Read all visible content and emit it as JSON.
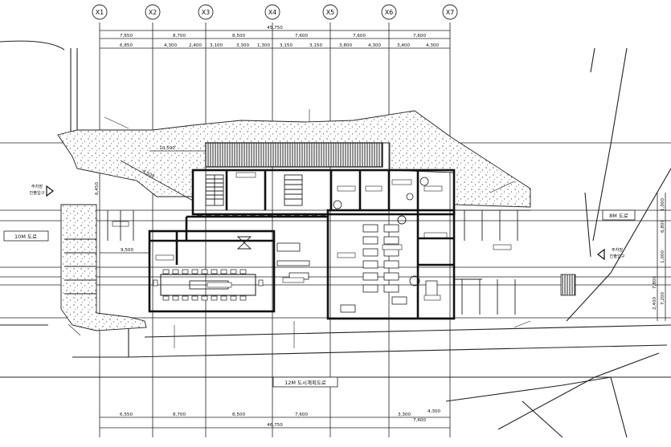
{
  "axes": [
    "X1",
    "X2",
    "X3",
    "X4",
    "X5",
    "X6",
    "X7"
  ],
  "dimensions": {
    "top_total": "45,750",
    "top_spans": [
      "7,650",
      "8,700",
      "8,500",
      "7,600",
      "7,600",
      "7,600"
    ],
    "top_subspans": [
      "6,850",
      "4,300",
      "2,400",
      "3,100",
      "3,300",
      "1,300",
      "3,150",
      "3,150",
      "3,800",
      "4,300",
      "3,400",
      "4,300"
    ],
    "bottom_spans": [
      "6,550",
      "8,700",
      "8,500",
      "7,600",
      "3,300",
      "4,300",
      "7,600"
    ],
    "bottom_total": "46,750",
    "left_vertical": "6,450",
    "side_dims": [
      "6,800",
      "1,000",
      "7,800",
      "1,000",
      "2,400",
      "7,200"
    ]
  },
  "plan_dims": {
    "d1": "10,500",
    "d2": "4,500",
    "d3": "9,500"
  },
  "road_labels": {
    "left_road": "10M 도로",
    "right_road": "8M 도로",
    "bottom_road": "12M 도시계획도로"
  },
  "entrance_labels": {
    "left": [
      "주차장",
      "진출입구"
    ],
    "right": [
      "주차장",
      "진출입구"
    ]
  },
  "legend_colors": {
    "hatch": "#555555",
    "wall": "#111111"
  }
}
